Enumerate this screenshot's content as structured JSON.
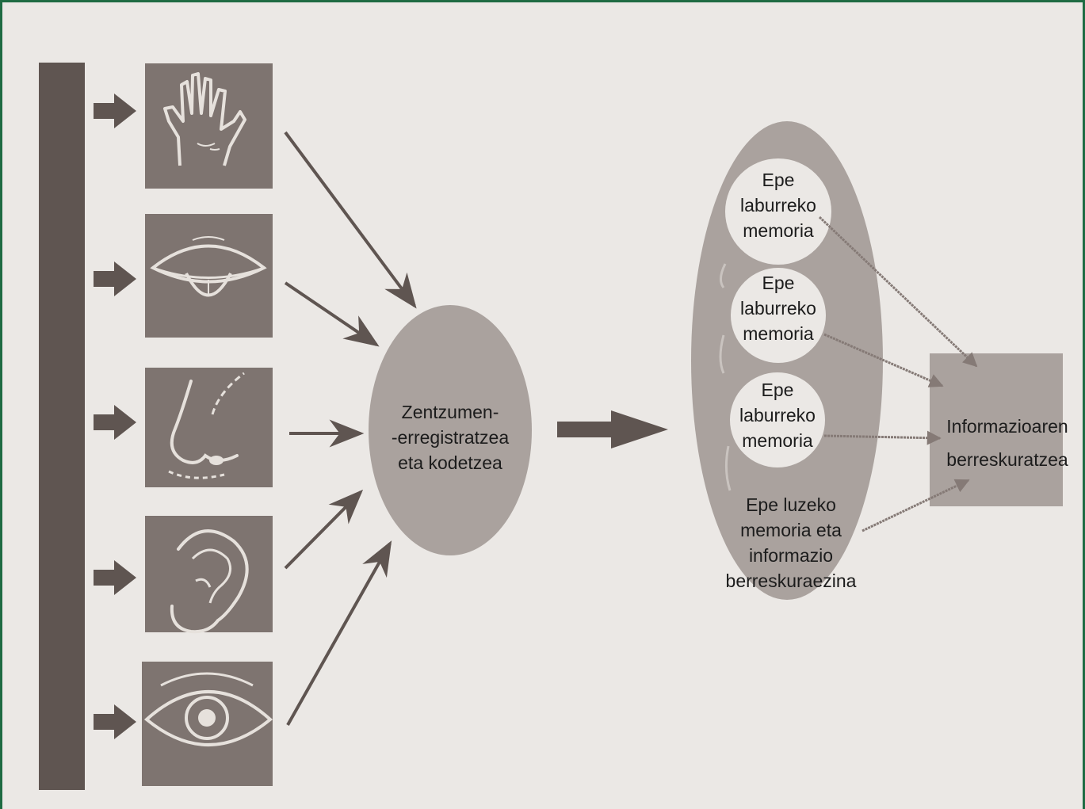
{
  "sensory_bar_label": "",
  "senses": [
    {
      "name": "touch",
      "icon": "hand-icon"
    },
    {
      "name": "taste",
      "icon": "mouth-tongue-icon"
    },
    {
      "name": "smell",
      "icon": "nose-icon"
    },
    {
      "name": "hearing",
      "icon": "ear-icon"
    },
    {
      "name": "sight",
      "icon": "eye-icon"
    }
  ],
  "encoding": {
    "line1": "Zentzumen-",
    "line2": "-erregistratzea",
    "line3": "eta kodetzea"
  },
  "short_term_memories": [
    {
      "line1": "Epe",
      "line2": "laburreko",
      "line3": "memoria"
    },
    {
      "line1": "Epe",
      "line2": "laburreko",
      "line3": "memoria"
    },
    {
      "line1": "Epe",
      "line2": "laburreko",
      "line3": "memoria"
    }
  ],
  "long_term": {
    "line1": "Epe luzeko",
    "line2": "memoria eta",
    "line3": "informazio",
    "line4": "berreskuraezina"
  },
  "retrieval": {
    "line1": "Informazioaren",
    "line2": "berreskuratzea"
  },
  "colors": {
    "background": "#ebe8e5",
    "frame_border": "#1f6b43",
    "bar": "#5f5551",
    "icon_box": "#7e7470",
    "shape_fill": "#aaa29e",
    "circle_fill": "#ebe8e5",
    "arrow": "#5f5551"
  }
}
